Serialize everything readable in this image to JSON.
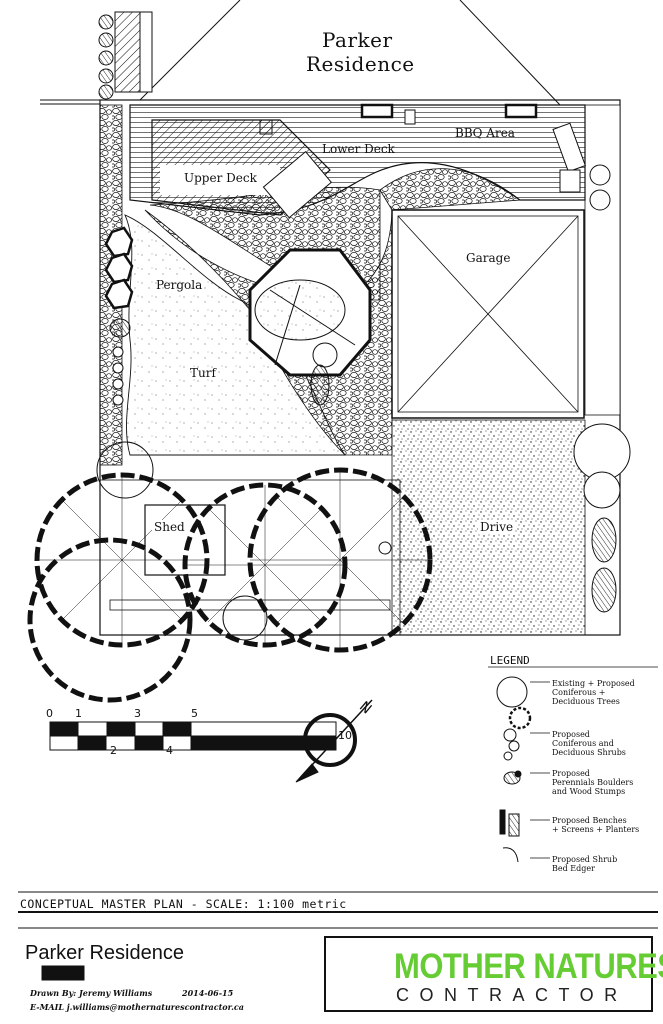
{
  "title": {
    "line1": "Parker",
    "line2": "Residence"
  },
  "plan_labels": {
    "bbq": "BBQ Area",
    "lower_deck": "Lower Deck",
    "upper_deck": "Upper Deck",
    "garage": "Garage",
    "pergola": "Pergola",
    "turf": "Turf",
    "shed": "Shed",
    "drive": "Drive"
  },
  "legend": {
    "heading": "LEGEND",
    "items": [
      {
        "text": "Existing + Proposed\nConiferous +\nDeciduous Trees",
        "icon": "tree-symbol-icon"
      },
      {
        "text": "Proposed\nConiferous and\nDeciduous Shrubs",
        "icon": "shrub-symbol-icon"
      },
      {
        "text": "Proposed\nPerennials Boulders\nand Wood Stumps",
        "icon": "perennial-symbol-icon"
      },
      {
        "text": "Proposed Benches\n+ Screens + Planters",
        "icon": "bench-symbol-icon"
      },
      {
        "text": "Proposed Shrub\nBed Edger",
        "icon": "edger-symbol-icon"
      }
    ]
  },
  "scale_bar": {
    "labels": [
      "0",
      "1",
      "2",
      "3",
      "4",
      "5",
      "10"
    ],
    "north": "N"
  },
  "footer": {
    "strip": "CONCEPTUAL MASTER PLAN - SCALE: 1:100 metric",
    "project": "Parker Residence",
    "drawn_by": "Drawn By: Jeremy Williams",
    "date": "2014-06-15",
    "email": "E-MAIL j.williams@mothernaturescontractor.ca"
  },
  "logo": {
    "main": "MOTHER NATURES",
    "sub": "CONTRACTOR",
    "color": "#66cc33"
  }
}
